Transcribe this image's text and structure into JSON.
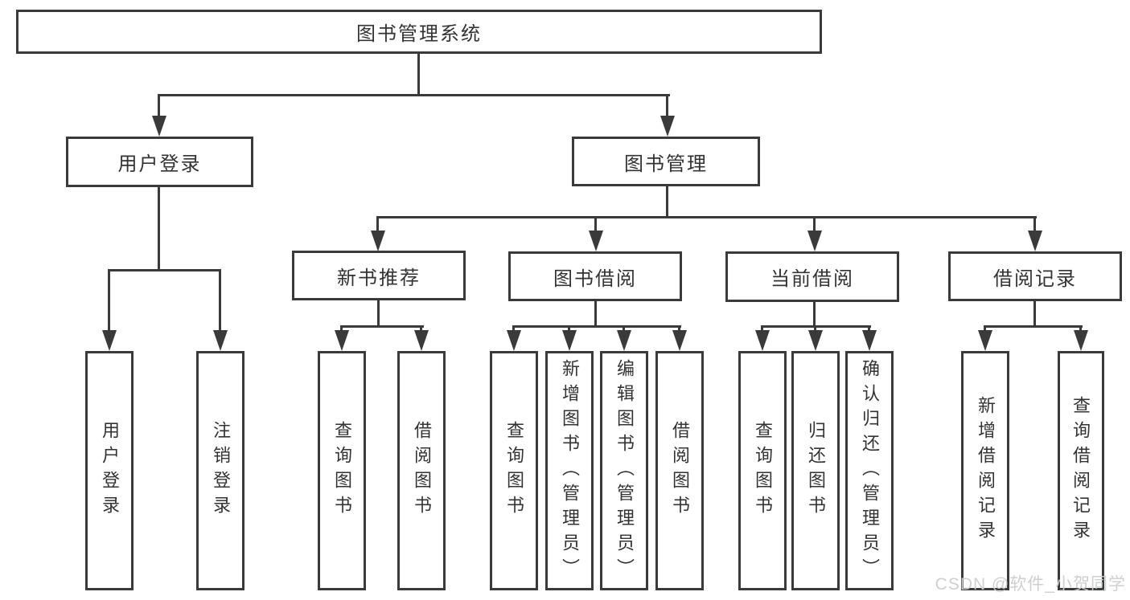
{
  "colors": {
    "line": "#3a3a3a",
    "text": "#333333",
    "background": "#ffffff",
    "watermark": "#cbcece"
  },
  "watermark": {
    "text": "CSDN @软件_小贺同学"
  },
  "diagram": {
    "type": "tree",
    "root": {
      "label": "图书管理系统"
    },
    "branches": [
      {
        "label": "用户登录",
        "leaves": [
          {
            "label": "用户登录"
          },
          {
            "label": "注销登录"
          }
        ]
      },
      {
        "label": "图书管理",
        "groups": [
          {
            "label": "新书推荐",
            "leaves": [
              {
                "label": "查询图书"
              },
              {
                "label": "借阅图书"
              }
            ]
          },
          {
            "label": "图书借阅",
            "leaves": [
              {
                "label": "查询图书"
              },
              {
                "label": "新增图书（管理员）"
              },
              {
                "label": "编辑图书（管理员）"
              },
              {
                "label": "借阅图书"
              }
            ]
          },
          {
            "label": "当前借阅",
            "leaves": [
              {
                "label": "查询图书"
              },
              {
                "label": "归还图书"
              },
              {
                "label": "确认归还（管理员）"
              }
            ]
          },
          {
            "label": "借阅记录",
            "leaves": [
              {
                "label": "新增借阅记录"
              },
              {
                "label": "查询借阅记录"
              }
            ]
          }
        ]
      }
    ]
  }
}
